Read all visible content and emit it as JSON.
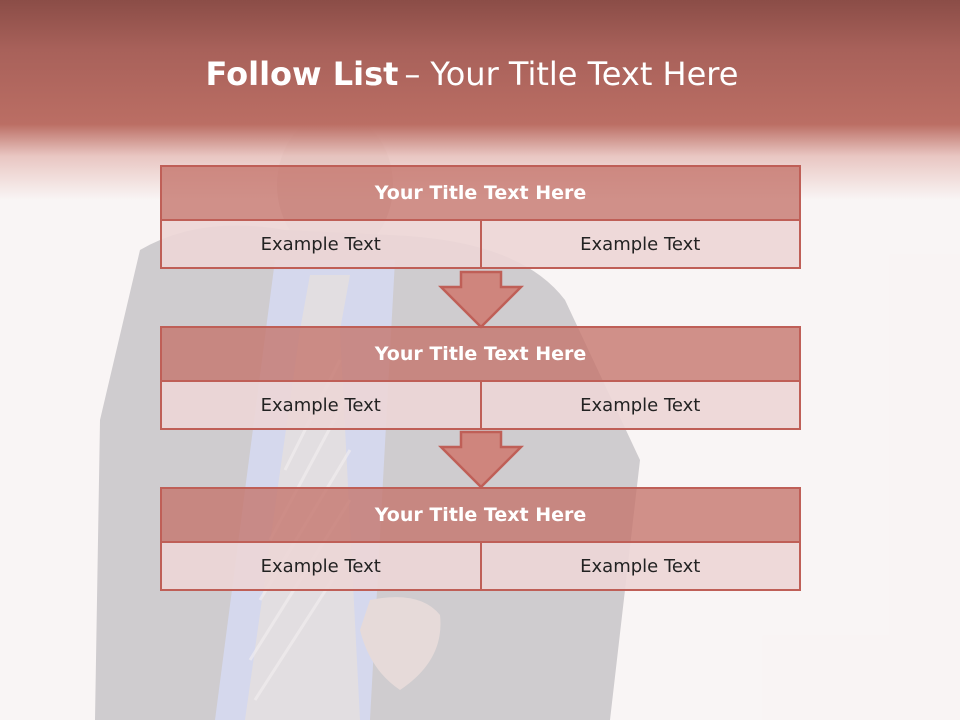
{
  "slide": {
    "title_bold": "Follow List",
    "title_dash": "–",
    "title_rest": "Your Title Text Here"
  },
  "steps": [
    {
      "title": "Your Title Text Here",
      "left": "Example Text",
      "right": "Example Text"
    },
    {
      "title": "Your Title Text Here",
      "left": "Example Text",
      "right": "Example Text"
    },
    {
      "title": "Your Title Text Here",
      "left": "Example Text",
      "right": "Example Text"
    }
  ],
  "colors": {
    "banner": "#b86a62",
    "header_fill": "#c8827a",
    "cell_fill": "#ecd6d6",
    "border": "#bf5f57",
    "arrow_fill": "#cf857d"
  }
}
